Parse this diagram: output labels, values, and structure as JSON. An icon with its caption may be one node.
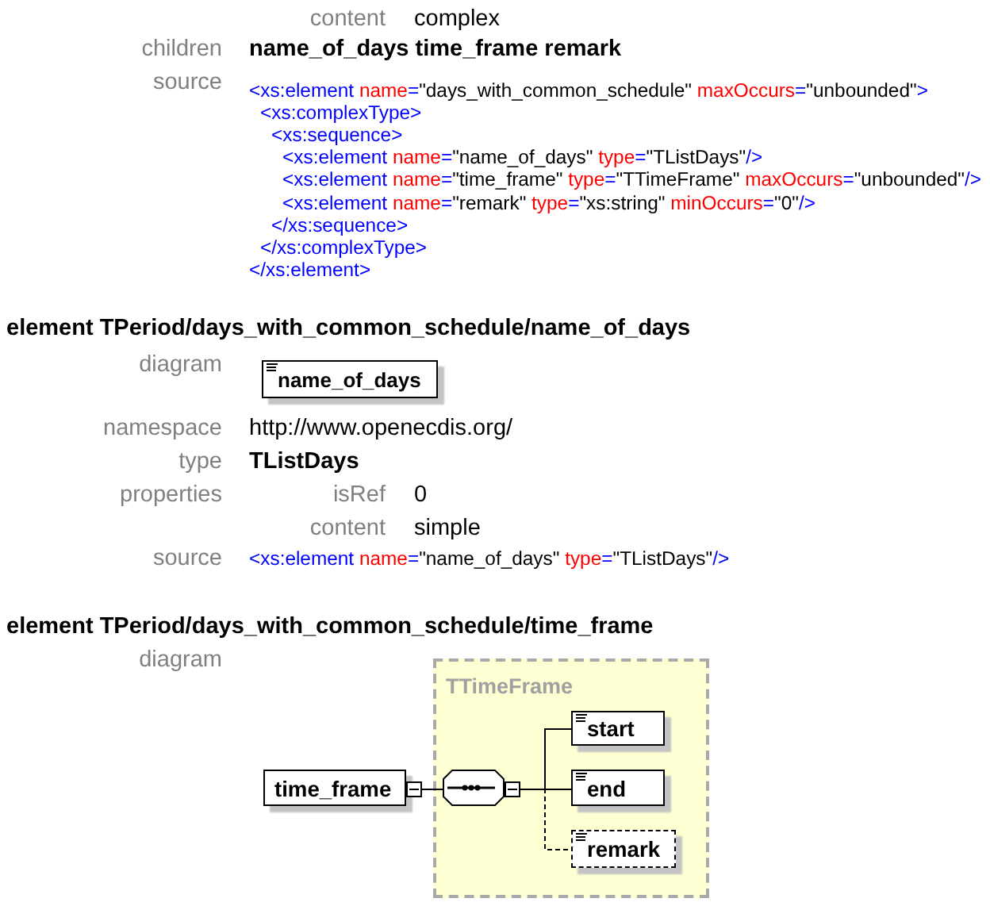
{
  "diagram": {
    "nodes": [
      {
        "text": [
          "name_of_days"
        ]
      },
      {
        "text": [
          "time_frame"
        ]
      },
      {
        "text": [
          "TTimeFrame"
        ]
      },
      {
        "text": [],
        "shape": "octagon",
        "in": 2
      },
      {
        "text": [
          "start"
        ],
        "in": 2
      },
      {
        "text": [
          "end"
        ],
        "in": 2
      },
      {
        "text": [
          "remark"
        ],
        "in": 2
      }
    ],
    "edges": [
      {
        "from": 1,
        "to": 3,
        "arrow": "other"
      },
      {
        "from": 3,
        "to": 4,
        "arrow": "other"
      },
      {
        "from": 3,
        "to": 5,
        "arrow": "other"
      },
      {
        "from": 3,
        "to": 6,
        "arrow": "other",
        "style": "dashed"
      }
    ],
    "labels": [
      "content",
      "complex",
      "children",
      "name_of_days time_frame remark",
      "source",
      "<xs:element name=\"days_with_common_schedule\" maxOccurs=\"unbounded\">",
      "<xs:complexType>",
      "<xs:sequence>",
      "<xs:element name=\"name_of_days\" type=\"TListDays\"/>",
      "<xs:element name=\"time_frame\" type=\"TTimeFrame\" maxOccurs=\"unbounded\"/>",
      "<xs:element name=\"remark\" type=\"xs:string\" minOccurs=\"0\"/>",
      "</xs:sequence>",
      "</xs:complexType>",
      "</xs:element>",
      "element TPeriod/days_with_common_schedule/name_of_days",
      "diagram",
      "namespace",
      "http://www.openecdis.org/",
      "type",
      "TListDays",
      "properties",
      "isRef",
      "0",
      "content",
      "simple",
      "source",
      "<xs:element name=\"name_of_days\" type=\"TListDays\"/>",
      "element TPeriod/days_with_common_schedule/time_frame",
      "diagram"
    ]
  }
}
